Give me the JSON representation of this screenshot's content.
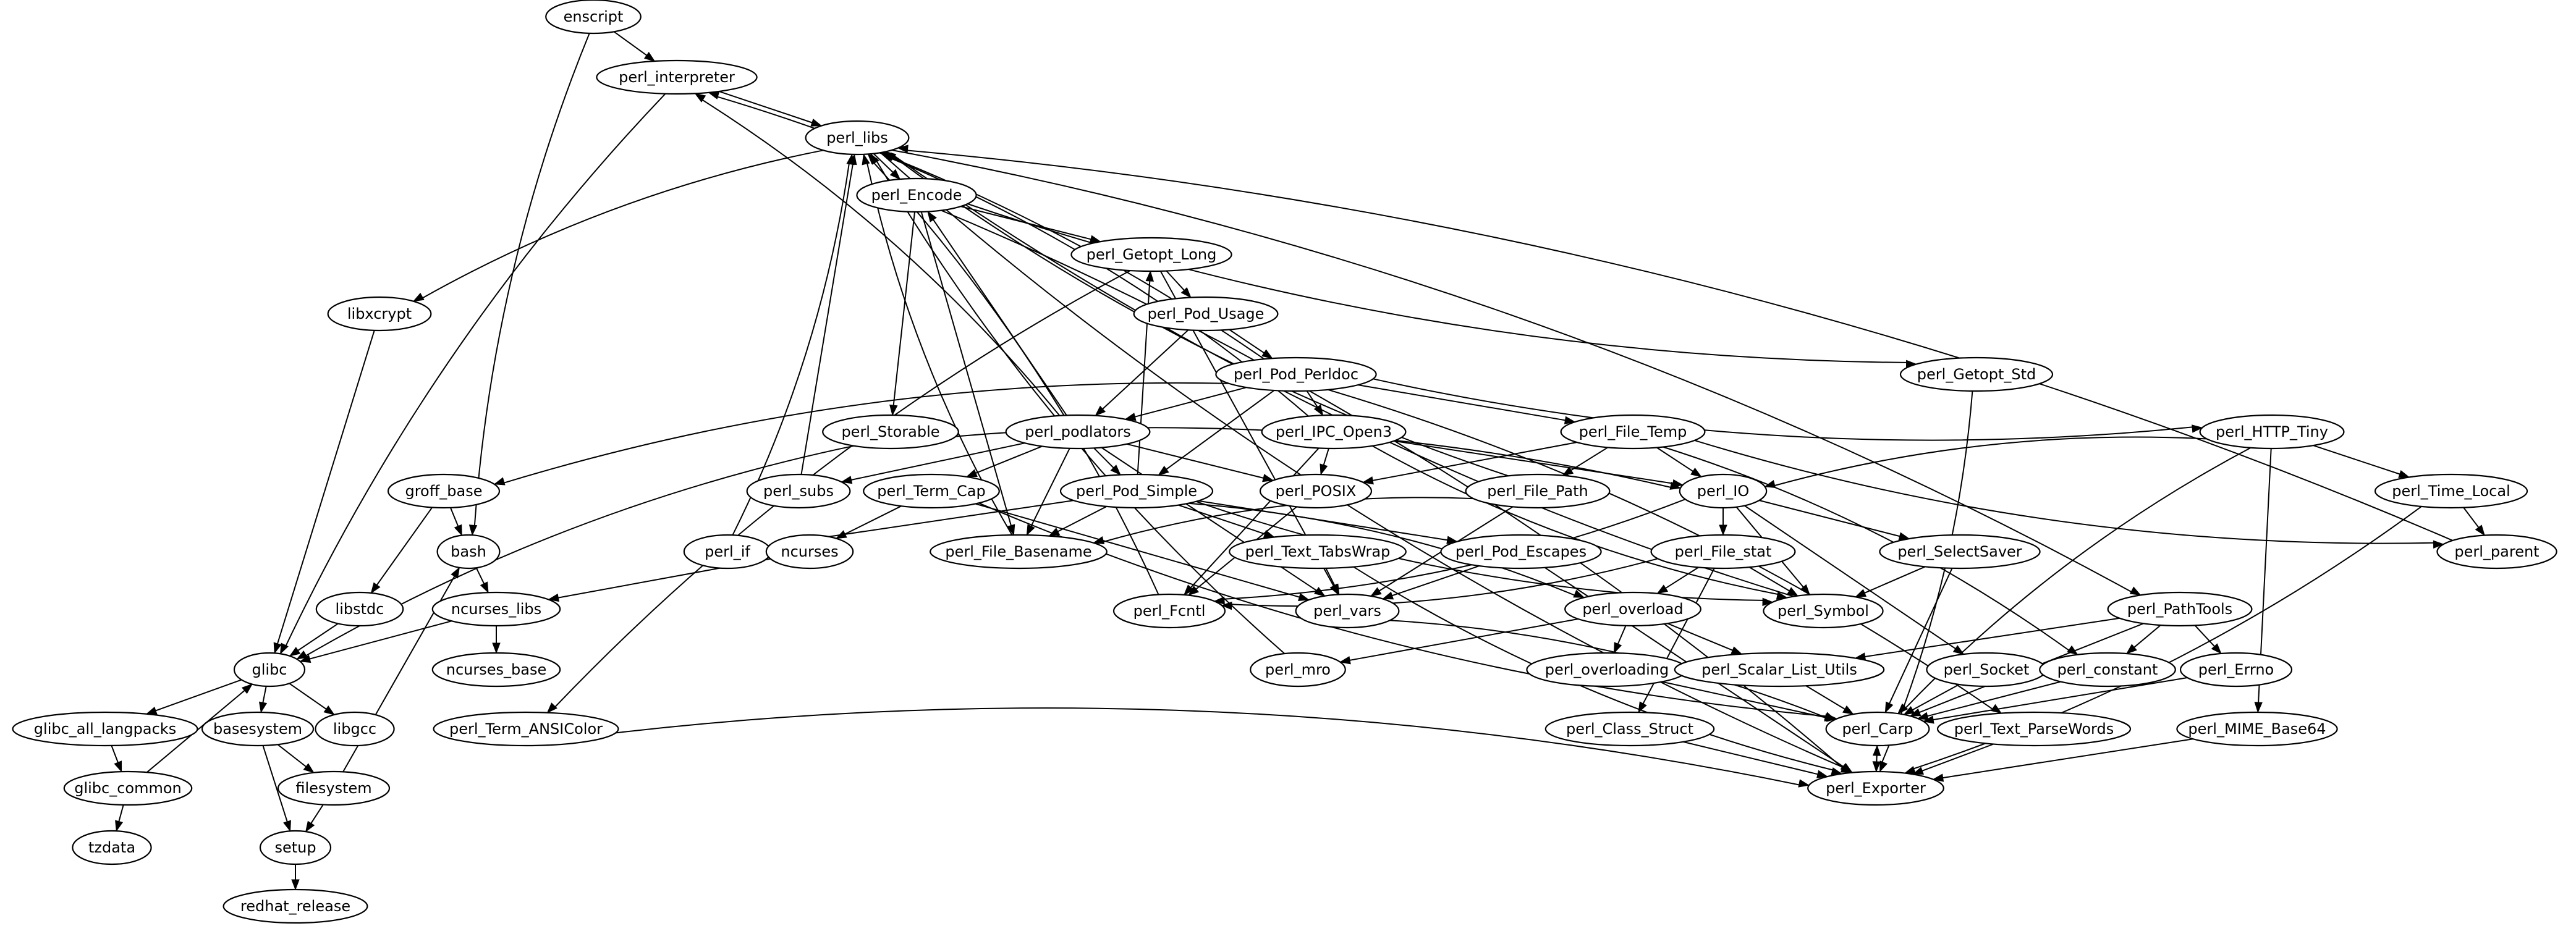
{
  "graph": {
    "type": "dependency-graph",
    "node_shape": "ellipse",
    "colors": {
      "background": "#ffffff",
      "stroke": "#000000",
      "text": "#000000"
    },
    "nodes": [
      {
        "id": "enscript",
        "label": "enscript"
      },
      {
        "id": "perl_interpreter",
        "label": "perl_interpreter"
      },
      {
        "id": "perl_libs",
        "label": "perl_libs"
      },
      {
        "id": "perl_Encode",
        "label": "perl_Encode"
      },
      {
        "id": "libxcrypt",
        "label": "libxcrypt"
      },
      {
        "id": "perl_Getopt_Long",
        "label": "perl_Getopt_Long"
      },
      {
        "id": "perl_Pod_Usage",
        "label": "perl_Pod_Usage"
      },
      {
        "id": "perl_Getopt_Std",
        "label": "perl_Getopt_Std"
      },
      {
        "id": "perl_Pod_Perldoc",
        "label": "perl_Pod_Perldoc"
      },
      {
        "id": "perl_Storable",
        "label": "perl_Storable"
      },
      {
        "id": "perl_podlators",
        "label": "perl_podlators"
      },
      {
        "id": "perl_IPC_Open3",
        "label": "perl_IPC_Open3"
      },
      {
        "id": "perl_File_Temp",
        "label": "perl_File_Temp"
      },
      {
        "id": "perl_HTTP_Tiny",
        "label": "perl_HTTP_Tiny"
      },
      {
        "id": "groff_base",
        "label": "groff_base"
      },
      {
        "id": "perl_subs",
        "label": "perl_subs"
      },
      {
        "id": "perl_Term_Cap",
        "label": "perl_Term_Cap"
      },
      {
        "id": "perl_Pod_Simple",
        "label": "perl_Pod_Simple"
      },
      {
        "id": "perl_POSIX",
        "label": "perl_POSIX"
      },
      {
        "id": "perl_File_Path",
        "label": "perl_File_Path"
      },
      {
        "id": "perl_IO",
        "label": "perl_IO"
      },
      {
        "id": "perl_Time_Local",
        "label": "perl_Time_Local"
      },
      {
        "id": "bash",
        "label": "bash"
      },
      {
        "id": "perl_if",
        "label": "perl_if"
      },
      {
        "id": "ncurses",
        "label": "ncurses"
      },
      {
        "id": "perl_File_Basename",
        "label": "perl_File_Basename"
      },
      {
        "id": "perl_Text_TabsWrap",
        "label": "perl_Text_TabsWrap"
      },
      {
        "id": "perl_Pod_Escapes",
        "label": "perl_Pod_Escapes"
      },
      {
        "id": "perl_File_stat",
        "label": "perl_File_stat"
      },
      {
        "id": "perl_SelectSaver",
        "label": "perl_SelectSaver"
      },
      {
        "id": "perl_parent",
        "label": "perl_parent"
      },
      {
        "id": "libstdc",
        "label": "libstdc"
      },
      {
        "id": "ncurses_libs",
        "label": "ncurses_libs"
      },
      {
        "id": "perl_Fcntl",
        "label": "perl_Fcntl"
      },
      {
        "id": "perl_vars",
        "label": "perl_vars"
      },
      {
        "id": "perl_overload",
        "label": "perl_overload"
      },
      {
        "id": "perl_Symbol",
        "label": "perl_Symbol"
      },
      {
        "id": "perl_PathTools",
        "label": "perl_PathTools"
      },
      {
        "id": "glibc",
        "label": "glibc"
      },
      {
        "id": "ncurses_base",
        "label": "ncurses_base"
      },
      {
        "id": "perl_mro",
        "label": "perl_mro"
      },
      {
        "id": "perl_overloading",
        "label": "perl_overloading"
      },
      {
        "id": "perl_Scalar_List_Utils",
        "label": "perl_Scalar_List_Utils"
      },
      {
        "id": "perl_Socket",
        "label": "perl_Socket"
      },
      {
        "id": "perl_constant",
        "label": "perl_constant"
      },
      {
        "id": "perl_Errno",
        "label": "perl_Errno"
      },
      {
        "id": "glibc_all_langpacks",
        "label": "glibc_all_langpacks"
      },
      {
        "id": "basesystem",
        "label": "basesystem"
      },
      {
        "id": "libgcc",
        "label": "libgcc"
      },
      {
        "id": "perl_Term_ANSIColor",
        "label": "perl_Term_ANSIColor"
      },
      {
        "id": "perl_Class_Struct",
        "label": "perl_Class_Struct"
      },
      {
        "id": "perl_Carp",
        "label": "perl_Carp"
      },
      {
        "id": "perl_Text_ParseWords",
        "label": "perl_Text_ParseWords"
      },
      {
        "id": "perl_MIME_Base64",
        "label": "perl_MIME_Base64"
      },
      {
        "id": "glibc_common",
        "label": "glibc_common"
      },
      {
        "id": "filesystem",
        "label": "filesystem"
      },
      {
        "id": "perl_Exporter",
        "label": "perl_Exporter"
      },
      {
        "id": "tzdata",
        "label": "tzdata"
      },
      {
        "id": "setup",
        "label": "setup"
      },
      {
        "id": "redhat_release",
        "label": "redhat_release"
      }
    ],
    "edges": [
      [
        "enscript",
        "perl_interpreter"
      ],
      [
        "enscript",
        "bash"
      ],
      [
        "perl_interpreter",
        "perl_libs"
      ],
      [
        "perl_interpreter",
        "glibc"
      ],
      [
        "perl_libs",
        "perl_Encode"
      ],
      [
        "perl_libs",
        "libxcrypt"
      ],
      [
        "perl_libs",
        "perl_PathTools"
      ],
      [
        "libxcrypt",
        "glibc"
      ],
      [
        "perl_Encode",
        "perl_Getopt_Long"
      ],
      [
        "perl_Encode",
        "perl_Getopt_Std"
      ],
      [
        "perl_Encode",
        "perl_Storable"
      ],
      [
        "perl_Encode",
        "perl_File_Basename"
      ],
      [
        "perl_Encode",
        "perl_Exporter"
      ],
      [
        "perl_Getopt_Long",
        "perl_Pod_Usage"
      ],
      [
        "perl_Getopt_Long",
        "perl_vars"
      ],
      [
        "perl_Getopt_Long",
        "perl_Term_ANSIColor"
      ],
      [
        "perl_Pod_Usage",
        "perl_Pod_Perldoc"
      ],
      [
        "perl_Pod_Usage",
        "perl_podlators"
      ],
      [
        "perl_Getopt_Std",
        "perl_Exporter"
      ],
      [
        "perl_Pod_Perldoc",
        "perl_interpreter"
      ],
      [
        "perl_Pod_Perldoc",
        "perl_podlators"
      ],
      [
        "perl_Pod_Perldoc",
        "perl_IPC_Open3"
      ],
      [
        "perl_Pod_Perldoc",
        "perl_File_Temp"
      ],
      [
        "perl_Pod_Perldoc",
        "perl_HTTP_Tiny"
      ],
      [
        "perl_Pod_Perldoc",
        "perl_Pod_Simple"
      ],
      [
        "perl_Pod_Perldoc",
        "groff_base"
      ],
      [
        "perl_Pod_Perldoc",
        "perl_Text_ParseWords"
      ],
      [
        "perl_Storable",
        "glibc"
      ],
      [
        "perl_Storable",
        "perl_IO"
      ],
      [
        "perl_podlators",
        "perl_interpreter"
      ],
      [
        "perl_podlators",
        "perl_Encode"
      ],
      [
        "perl_podlators",
        "perl_Pod_Simple"
      ],
      [
        "perl_podlators",
        "perl_POSIX"
      ],
      [
        "perl_podlators",
        "perl_Term_Cap"
      ],
      [
        "perl_podlators",
        "perl_subs"
      ],
      [
        "perl_podlators",
        "perl_File_Basename"
      ],
      [
        "perl_podlators",
        "perl_vars"
      ],
      [
        "perl_IPC_Open3",
        "perl_libs"
      ],
      [
        "perl_IPC_Open3",
        "perl_POSIX"
      ],
      [
        "perl_IPC_Open3",
        "perl_IO"
      ],
      [
        "perl_IPC_Open3",
        "perl_Fcntl"
      ],
      [
        "perl_IPC_Open3",
        "perl_Symbol"
      ],
      [
        "perl_File_Temp",
        "perl_File_Path"
      ],
      [
        "perl_File_Temp",
        "perl_IO"
      ],
      [
        "perl_File_Temp",
        "perl_POSIX"
      ],
      [
        "perl_File_Temp",
        "perl_parent"
      ],
      [
        "perl_File_Temp",
        "perl_constant"
      ],
      [
        "perl_HTTP_Tiny",
        "perl_IO"
      ],
      [
        "perl_HTTP_Tiny",
        "perl_Time_Local"
      ],
      [
        "perl_HTTP_Tiny",
        "perl_Carp"
      ],
      [
        "perl_HTTP_Tiny",
        "perl_MIME_Base64"
      ],
      [
        "perl_Time_Local",
        "perl_parent"
      ],
      [
        "perl_Time_Local",
        "perl_Exporter"
      ],
      [
        "perl_parent",
        "perl_libs"
      ],
      [
        "groff_base",
        "bash"
      ],
      [
        "groff_base",
        "libstdc"
      ],
      [
        "perl_subs",
        "perl_libs"
      ],
      [
        "perl_Term_Cap",
        "ncurses"
      ],
      [
        "perl_Term_Cap",
        "perl_vars"
      ],
      [
        "perl_Term_Cap",
        "perl_Carp"
      ],
      [
        "perl_Pod_Simple",
        "perl_Getopt_Long"
      ],
      [
        "perl_Pod_Simple",
        "perl_File_Basename"
      ],
      [
        "perl_Pod_Simple",
        "perl_Text_TabsWrap"
      ],
      [
        "perl_Pod_Simple",
        "perl_Pod_Escapes"
      ],
      [
        "perl_Pod_Simple",
        "perl_if"
      ],
      [
        "perl_Pod_Simple",
        "perl_Symbol"
      ],
      [
        "perl_Pod_Simple",
        "perl_overload"
      ],
      [
        "perl_POSIX",
        "perl_Fcntl"
      ],
      [
        "perl_File_Path",
        "perl_libs"
      ],
      [
        "perl_File_Path",
        "perl_File_Basename"
      ],
      [
        "perl_File_Path",
        "perl_vars"
      ],
      [
        "perl_IO",
        "perl_File_stat"
      ],
      [
        "perl_IO",
        "perl_SelectSaver"
      ],
      [
        "perl_IO",
        "perl_Symbol"
      ],
      [
        "perl_IO",
        "perl_Fcntl"
      ],
      [
        "perl_IO",
        "perl_Socket"
      ],
      [
        "perl_File_stat",
        "perl_overload"
      ],
      [
        "perl_File_stat",
        "perl_Symbol"
      ],
      [
        "perl_File_stat",
        "perl_Fcntl"
      ],
      [
        "perl_File_stat",
        "perl_Class_Struct"
      ],
      [
        "perl_SelectSaver",
        "perl_Symbol"
      ],
      [
        "perl_SelectSaver",
        "perl_Carp"
      ],
      [
        "perl_Symbol",
        "perl_libs"
      ],
      [
        "perl_if",
        "perl_libs"
      ],
      [
        "perl_File_Basename",
        "perl_libs"
      ],
      [
        "perl_Fcntl",
        "perl_libs"
      ],
      [
        "perl_mro",
        "perl_libs"
      ],
      [
        "bash",
        "ncurses_libs"
      ],
      [
        "ncurses",
        "ncurses_libs"
      ],
      [
        "ncurses_libs",
        "glibc"
      ],
      [
        "ncurses_libs",
        "ncurses_base"
      ],
      [
        "libstdc",
        "glibc"
      ],
      [
        "perl_Text_TabsWrap",
        "perl_vars"
      ],
      [
        "perl_Text_TabsWrap",
        "perl_Exporter"
      ],
      [
        "perl_Pod_Escapes",
        "perl_vars"
      ],
      [
        "perl_Pod_Escapes",
        "perl_Exporter"
      ],
      [
        "perl_vars",
        "perl_Carp"
      ],
      [
        "perl_overload",
        "perl_overloading"
      ],
      [
        "perl_overload",
        "perl_Scalar_List_Utils"
      ],
      [
        "perl_overload",
        "perl_mro"
      ],
      [
        "perl_overloading",
        "perl_Carp"
      ],
      [
        "perl_Scalar_List_Utils",
        "perl_Carp"
      ],
      [
        "perl_Socket",
        "perl_Carp"
      ],
      [
        "perl_constant",
        "perl_Carp"
      ],
      [
        "perl_Errno",
        "perl_Carp"
      ],
      [
        "perl_PathTools",
        "perl_constant"
      ],
      [
        "perl_PathTools",
        "perl_Errno"
      ],
      [
        "perl_PathTools",
        "perl_Scalar_List_Utils"
      ],
      [
        "perl_PathTools",
        "perl_Carp"
      ],
      [
        "perl_Class_Struct",
        "perl_Exporter"
      ],
      [
        "perl_Carp",
        "perl_Exporter"
      ],
      [
        "perl_Exporter",
        "perl_Carp"
      ],
      [
        "perl_Text_ParseWords",
        "perl_Exporter"
      ],
      [
        "perl_MIME_Base64",
        "perl_Exporter"
      ],
      [
        "perl_Term_ANSIColor",
        "perl_Exporter"
      ],
      [
        "perl_libs",
        "perl_Exporter"
      ],
      [
        "glibc",
        "glibc_all_langpacks"
      ],
      [
        "glibc",
        "basesystem"
      ],
      [
        "glibc",
        "libgcc"
      ],
      [
        "glibc_all_langpacks",
        "glibc_common"
      ],
      [
        "glibc_common",
        "glibc"
      ],
      [
        "glibc_common",
        "tzdata"
      ],
      [
        "basesystem",
        "filesystem"
      ],
      [
        "basesystem",
        "setup"
      ],
      [
        "filesystem",
        "setup"
      ],
      [
        "filesystem",
        "bash"
      ],
      [
        "setup",
        "redhat_release"
      ]
    ]
  }
}
